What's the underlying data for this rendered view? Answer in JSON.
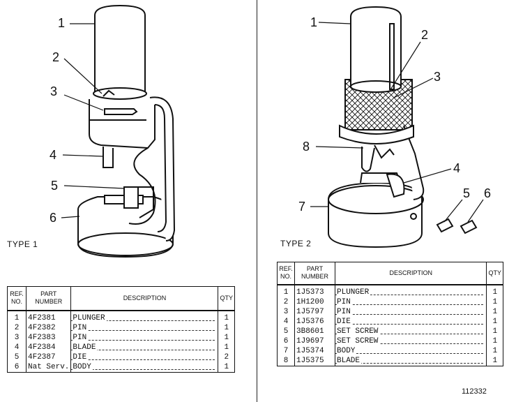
{
  "left": {
    "type_label": "TYPE 1",
    "callouts": [
      "1",
      "2",
      "3",
      "4",
      "5",
      "6"
    ],
    "table": {
      "headers": {
        "ref": [
          "REF.",
          "NO."
        ],
        "part": [
          "PART",
          "NUMBER"
        ],
        "desc": "DESCRIPTION",
        "qty": "QTY"
      },
      "rows": [
        {
          "ref": "1",
          "part": "4F2381",
          "desc": "PLUNGER",
          "qty": "1"
        },
        {
          "ref": "2",
          "part": "4F2382",
          "desc": "PIN",
          "qty": "1"
        },
        {
          "ref": "3",
          "part": "4F2383",
          "desc": "PIN",
          "qty": "1"
        },
        {
          "ref": "4",
          "part": "4F2384",
          "desc": "BLADE",
          "qty": "1"
        },
        {
          "ref": "5",
          "part": "4F2387",
          "desc": "DIE",
          "qty": "2"
        },
        {
          "ref": "6",
          "part": "Nat Serv.",
          "desc": "BODY",
          "qty": "1"
        }
      ]
    }
  },
  "right": {
    "type_label": "TYPE 2",
    "callouts": [
      "1",
      "2",
      "3",
      "4",
      "5",
      "6",
      "7",
      "8"
    ],
    "table": {
      "headers": {
        "ref": [
          "REF.",
          "NO."
        ],
        "part": [
          "PART",
          "NUMBER"
        ],
        "desc": "DESCRIPTION",
        "qty": "QTY"
      },
      "rows": [
        {
          "ref": "1",
          "part": "1J5373",
          "desc": "PLUNGER",
          "qty": "1"
        },
        {
          "ref": "2",
          "part": "1H1200",
          "desc": "PIN",
          "qty": "1"
        },
        {
          "ref": "3",
          "part": "1J5797",
          "desc": "PIN",
          "qty": "1"
        },
        {
          "ref": "4",
          "part": "1J5376",
          "desc": "DIE",
          "qty": "1"
        },
        {
          "ref": "5",
          "part": "3B8601",
          "desc": "SET SCREW",
          "qty": "1"
        },
        {
          "ref": "6",
          "part": "1J9697",
          "desc": "SET SCREW",
          "qty": "1"
        },
        {
          "ref": "7",
          "part": "1J5374",
          "desc": "BODY",
          "qty": "1"
        },
        {
          "ref": "8",
          "part": "1J5375",
          "desc": "BLADE",
          "qty": "1"
        }
      ]
    }
  },
  "document_number": "112332"
}
